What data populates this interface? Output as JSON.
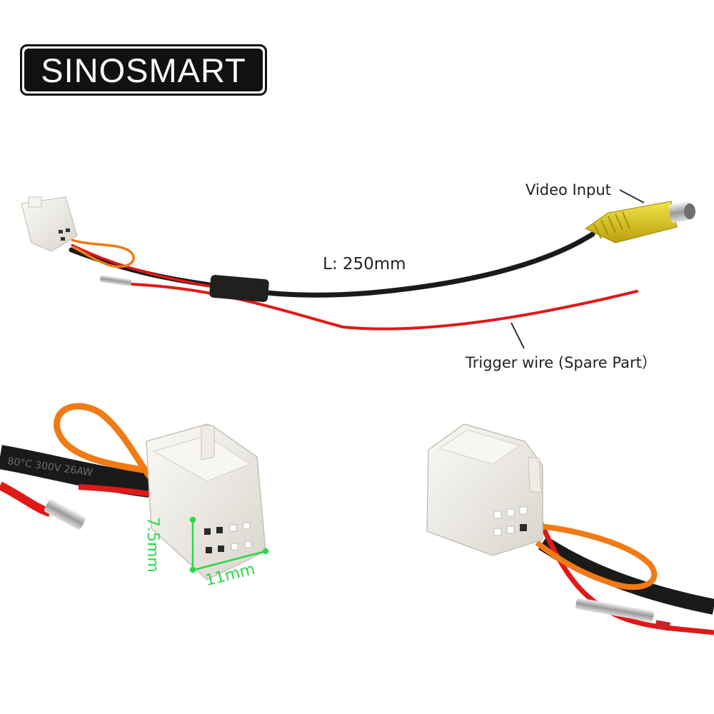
{
  "brand": {
    "logo_text": "SINOSMART"
  },
  "callouts": {
    "video_input": "Video Input",
    "length": "L: 250mm",
    "trigger_wire": "Trigger wire (Spare Part）"
  },
  "dimensions": {
    "width": "11mm",
    "height": "7.5mm"
  },
  "cable_print": "80°C 300V 26AW",
  "colors": {
    "black_cable": "#1a1a1a",
    "red_wire": "#e01818",
    "orange_wire": "#f07a14",
    "rca_yellow": "#e8d21c",
    "connector_white": "#f1efe9",
    "dimension_green": "#2ad84a"
  }
}
